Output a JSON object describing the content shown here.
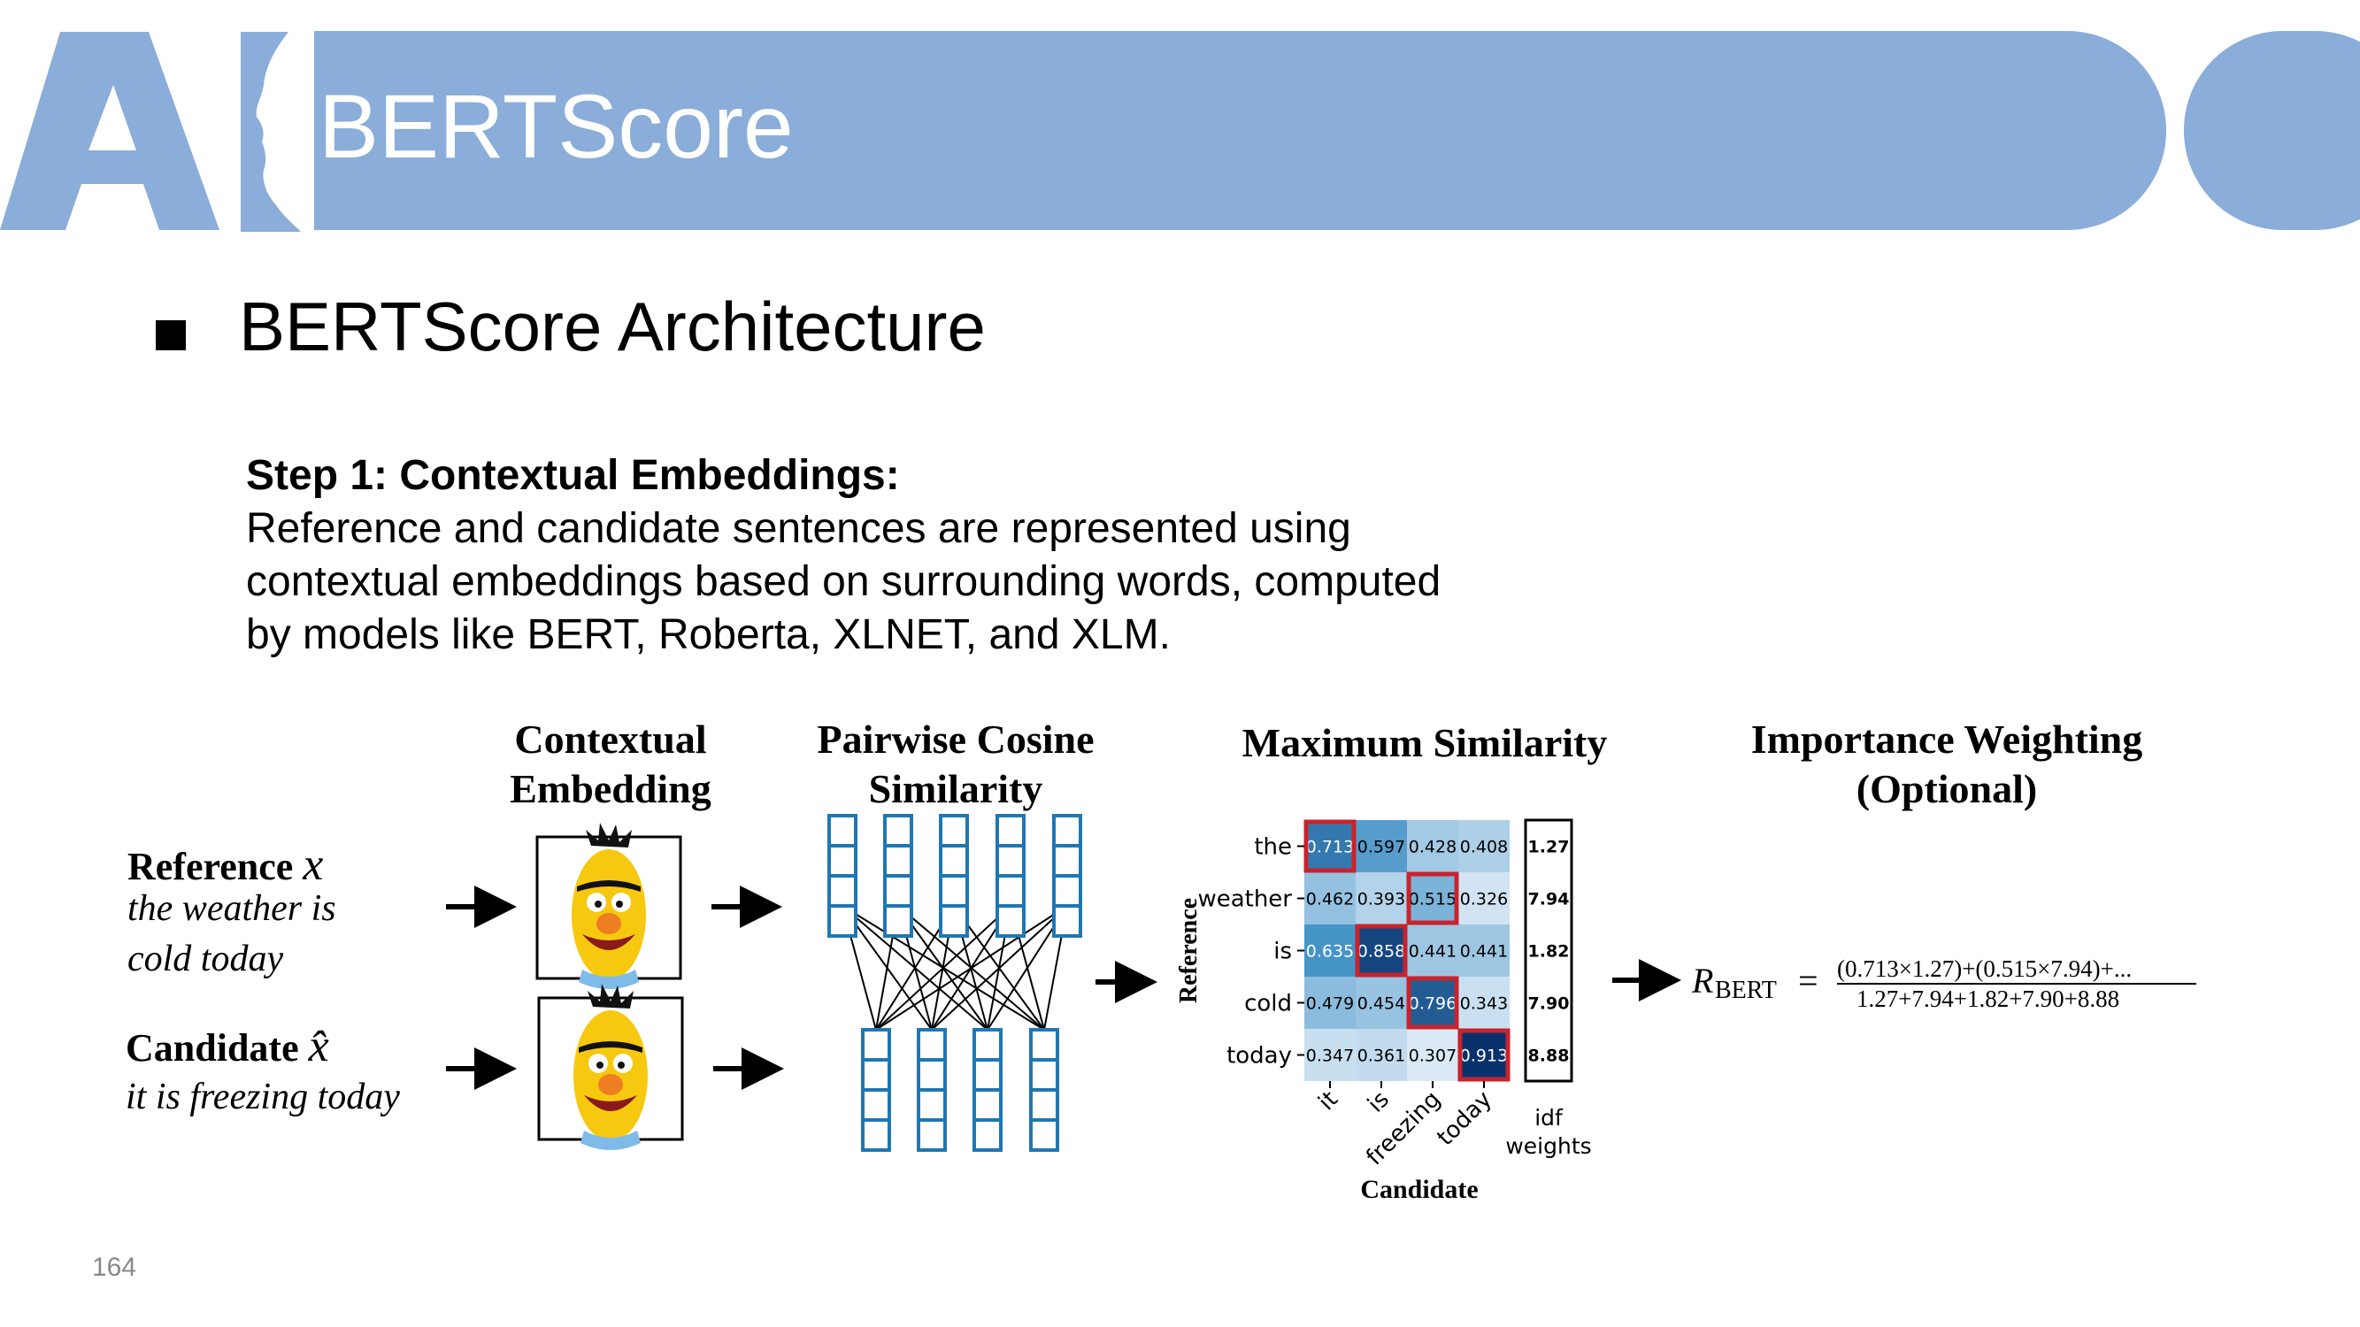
{
  "slide": {
    "title": "BERTScore",
    "bullet": "BERTScore Architecture",
    "page_number": "164",
    "colors": {
      "banner": "#8aadda",
      "heatmap_highlight": "#c8232c",
      "net_blue": "#1f77b4"
    }
  },
  "step": {
    "title": "Step 1: Contextual Embeddings:",
    "line1": "Reference and candidate sentences are represented using",
    "line2": "contextual embeddings based on surrounding words, computed",
    "line3": "by models like BERT, Roberta, XLNET, and XLM."
  },
  "diagram": {
    "headers": {
      "embedding_1": "Contextual",
      "embedding_2": "Embedding",
      "cosine_1": "Pairwise Cosine",
      "cosine_2": "Similarity",
      "maxsim": "Maximum Similarity",
      "weighting_1": "Importance Weighting",
      "weighting_2": "(Optional)"
    },
    "reference": {
      "label": "Reference",
      "symbol": "x",
      "line1": "the weather is",
      "line2": "cold today"
    },
    "candidate": {
      "label": "Candidate",
      "symbol": "x̂",
      "line1": "it is freezing today"
    },
    "heatmap": {
      "row_labels": [
        "the",
        "weather",
        "is",
        "cold",
        "today"
      ],
      "col_labels": [
        "it",
        "is",
        "freezing",
        "today"
      ],
      "values": [
        [
          "0.713",
          "0.597",
          "0.428",
          "0.408"
        ],
        [
          "0.462",
          "0.393",
          "0.515",
          "0.326"
        ],
        [
          "0.635",
          "0.858",
          "0.441",
          "0.441"
        ],
        [
          "0.479",
          "0.454",
          "0.796",
          "0.343"
        ],
        [
          "0.347",
          "0.361",
          "0.307",
          "0.913"
        ]
      ],
      "highlighted": [
        [
          0,
          0
        ],
        [
          1,
          2
        ],
        [
          2,
          1
        ],
        [
          3,
          2
        ],
        [
          4,
          3
        ]
      ],
      "idf": [
        "1.27",
        "7.94",
        "1.82",
        "7.90",
        "8.88"
      ],
      "idf_label_1": "idf",
      "idf_label_2": "weights",
      "y_axis": "Reference",
      "x_axis": "Candidate"
    },
    "formula": {
      "lhs": "R",
      "lhs_sub": "BERT",
      "equals": "=",
      "numerator": "(0.713×1.27)+(0.515×7.94)+...",
      "denominator": "1.27+7.94+1.82+7.90+8.88"
    }
  }
}
